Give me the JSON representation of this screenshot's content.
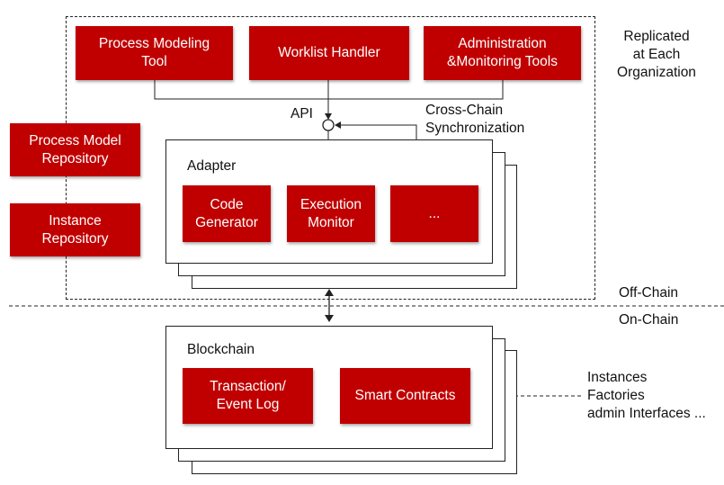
{
  "offchain": {
    "tools": {
      "process_modeling": "Process Modeling\nTool",
      "worklist": "Worklist Handler",
      "admin": "Administration\n&Monitoring Tools"
    },
    "replicated_label": "Replicated\nat Each\nOrganization",
    "api_label": "API",
    "sync_label": "Cross-Chain\nSynchronization",
    "repositories": {
      "process_model": "Process Model\nRepository",
      "instance": "Instance\nRepository"
    },
    "adapter": {
      "title": "Adapter",
      "code_generator": "Code\nGenerator",
      "execution_monitor": "Execution\nMonitor",
      "more": "..."
    },
    "divider_label": "Off-Chain"
  },
  "onchain": {
    "divider_label": "On-Chain",
    "blockchain": {
      "title": "Blockchain",
      "transaction_log": "Transaction/\nEvent Log",
      "smart_contracts": "Smart Contracts"
    },
    "contracts_note": "Instances\nFactories\nadmin Interfaces ..."
  },
  "colors": {
    "accent_red": "#c00000",
    "line": "#222222"
  }
}
